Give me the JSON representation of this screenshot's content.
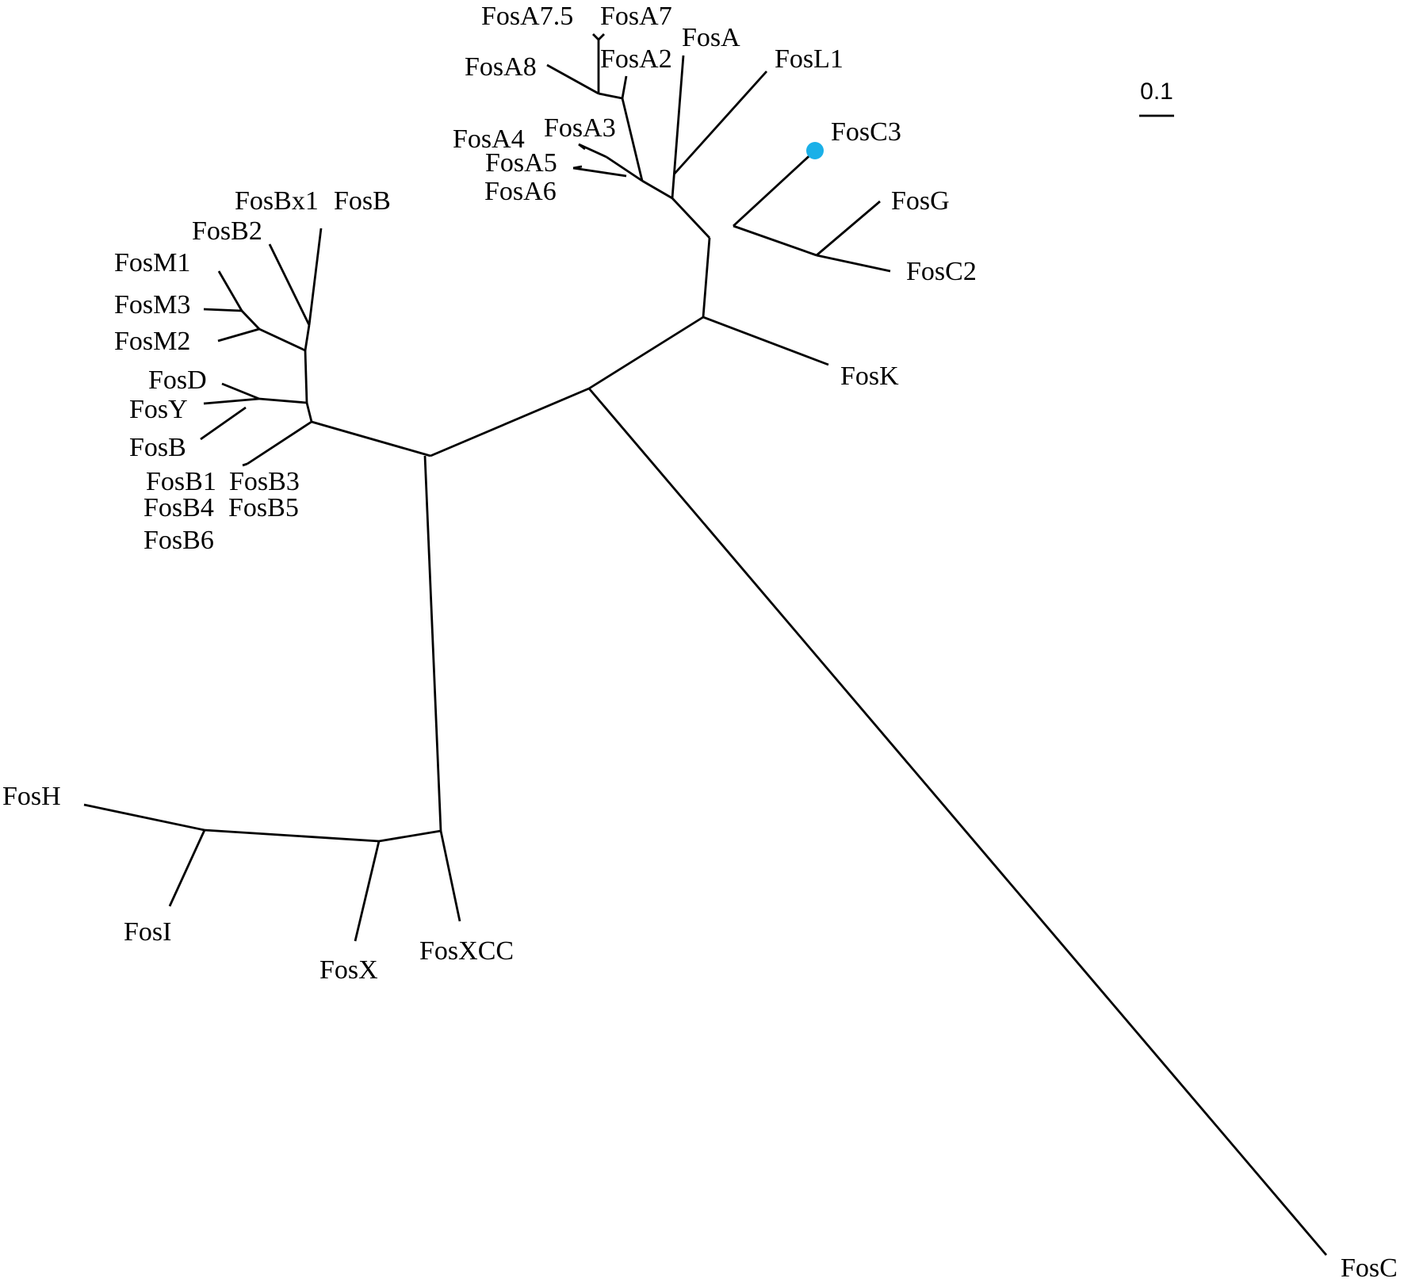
{
  "scale_bar": {
    "label": "0.1"
  },
  "highlight": {
    "leaf": "FosC3",
    "color": "#1ab0e8"
  },
  "colors": {
    "branch": "#000000",
    "text": "#000000"
  },
  "labels": {
    "fosa7_5": "FosA7.5",
    "fosa7": "FosA7",
    "fosa": "FosA",
    "fosa8": "FosA8",
    "fosa2": "FosA2",
    "fosl1": "FosL1",
    "fosa3": "FosA3",
    "fosa4": "FosA4",
    "fosa5": "FosA5",
    "fosa6": "FosA6",
    "fosc3": "FosC3",
    "fosg": "FosG",
    "fosc2": "FosC2",
    "fosk": "FosK",
    "fosbx1": "FosBx1",
    "fosb_top": "FosB",
    "fosb2": "FosB2",
    "fosm1": "FosM1",
    "fosm3": "FosM3",
    "fosm2": "FosM2",
    "fosd": "FosD",
    "fosy": "FosY",
    "fosb": "FosB",
    "fosb1": "FosB1",
    "fosb3": "FosB3",
    "fosb4": "FosB4",
    "fosb5": "FosB5",
    "fosb6": "FosB6",
    "fosh": "FosH",
    "fosi": "FosI",
    "fosx": "FosX",
    "fosxcc": "FosXCC",
    "fosc": "FosC"
  }
}
